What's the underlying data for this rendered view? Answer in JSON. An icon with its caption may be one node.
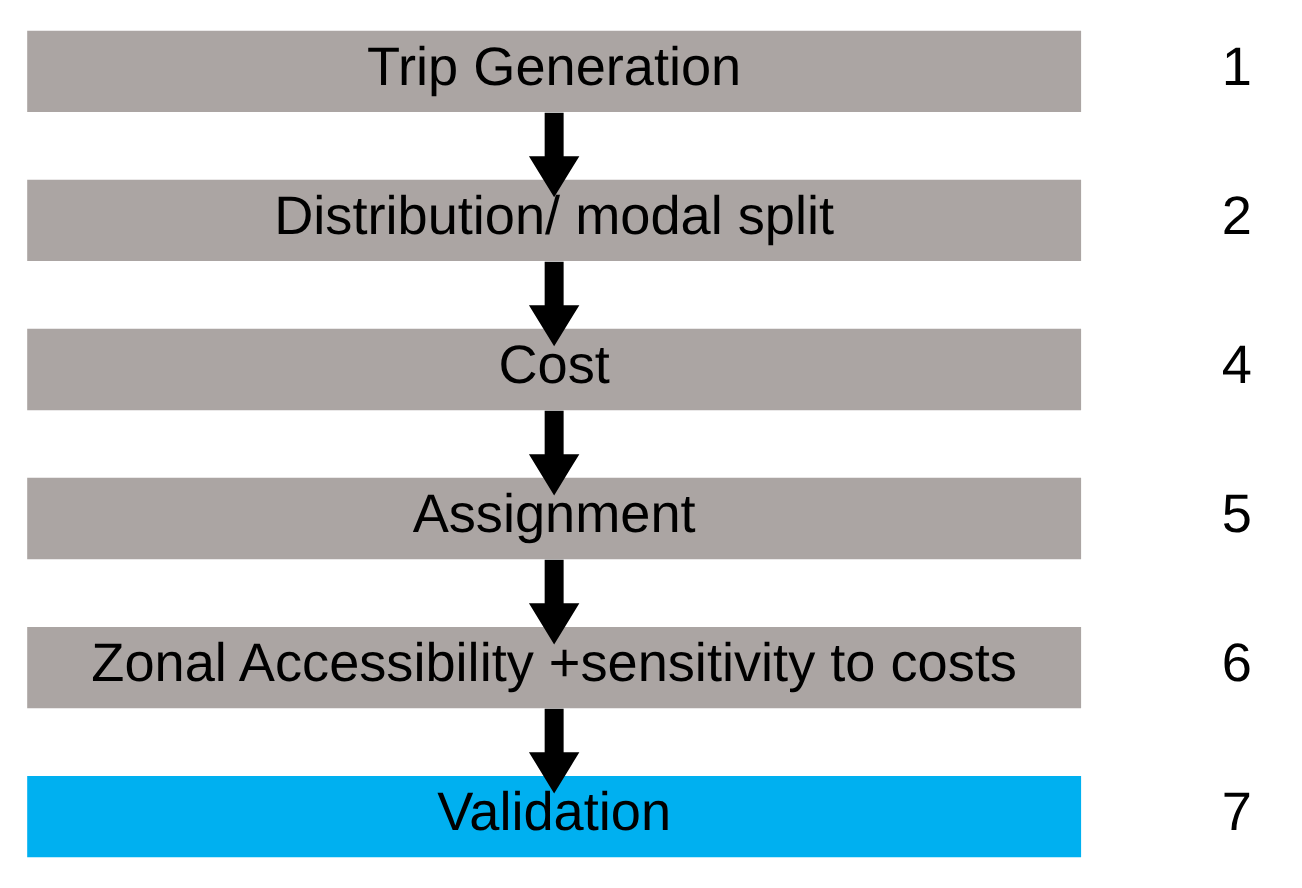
{
  "diagram": {
    "nodes": [
      {
        "text": [
          "Trip Generation"
        ],
        "beside": [
          "1"
        ]
      },
      {
        "text": [
          "Distribution/ modal split"
        ],
        "beside": [
          "2"
        ]
      },
      {
        "text": [
          "Cost"
        ],
        "beside": [
          "4"
        ]
      },
      {
        "text": [
          "Assignment"
        ],
        "beside": [
          "5"
        ]
      },
      {
        "text": [
          "Zonal Accessibility +sensitivity to costs"
        ],
        "beside": [
          "6"
        ]
      },
      {
        "text": [
          "Validation"
        ],
        "beside": [
          "7"
        ]
      }
    ],
    "edges": [
      {
        "from": 0,
        "to": 1,
        "arrow": "to"
      },
      {
        "from": 1,
        "to": 2,
        "arrow": "to"
      },
      {
        "from": 2,
        "to": 3,
        "arrow": "to"
      },
      {
        "from": 3,
        "to": 4,
        "arrow": "to"
      },
      {
        "from": 4,
        "to": 5,
        "arrow": "to"
      }
    ]
  }
}
